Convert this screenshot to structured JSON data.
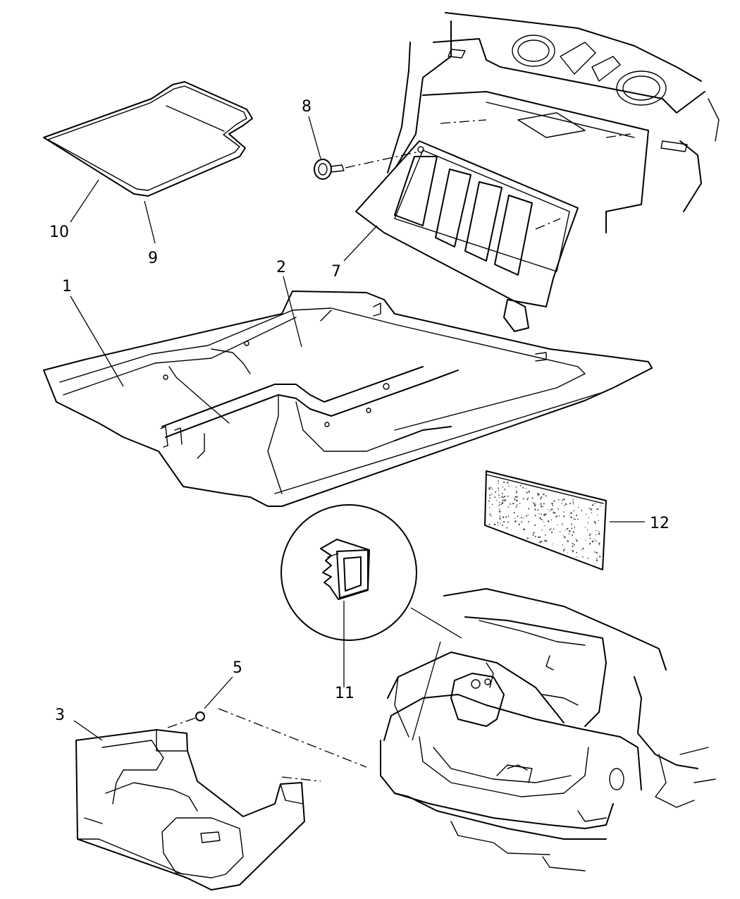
{
  "callouts": [
    {
      "id": "1",
      "label": "1"
    },
    {
      "id": "2",
      "label": "2"
    },
    {
      "id": "3",
      "label": "3"
    },
    {
      "id": "5",
      "label": "5"
    },
    {
      "id": "7",
      "label": "7"
    },
    {
      "id": "8",
      "label": "8"
    },
    {
      "id": "9",
      "label": "9"
    },
    {
      "id": "10",
      "label": "10"
    },
    {
      "id": "11",
      "label": "11"
    },
    {
      "id": "12",
      "label": "12"
    }
  ],
  "colors": {
    "line": "#000000",
    "background": "#ffffff",
    "pad_speckle": "#444444"
  }
}
